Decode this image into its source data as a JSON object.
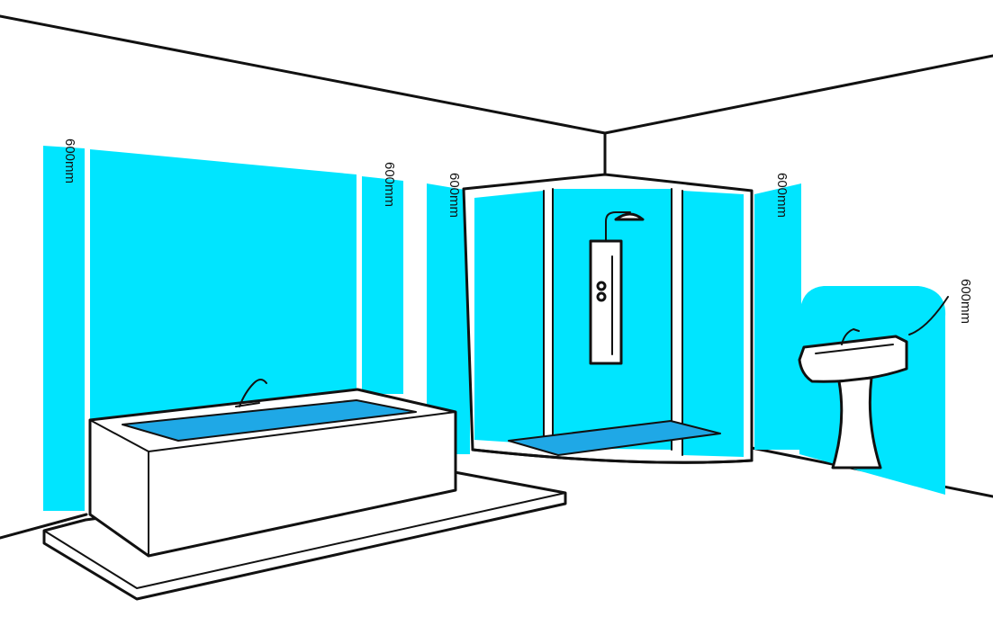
{
  "diagram": {
    "zone_color": "#00e5ff",
    "water_color": "#1fa8e6",
    "line_color": "#111111",
    "background": "#ffffff",
    "labels": {
      "bath_left": "600mm",
      "bath_right": "600mm",
      "shower_left": "600mm",
      "shower_right": "600mm",
      "basin": "600mm"
    }
  }
}
